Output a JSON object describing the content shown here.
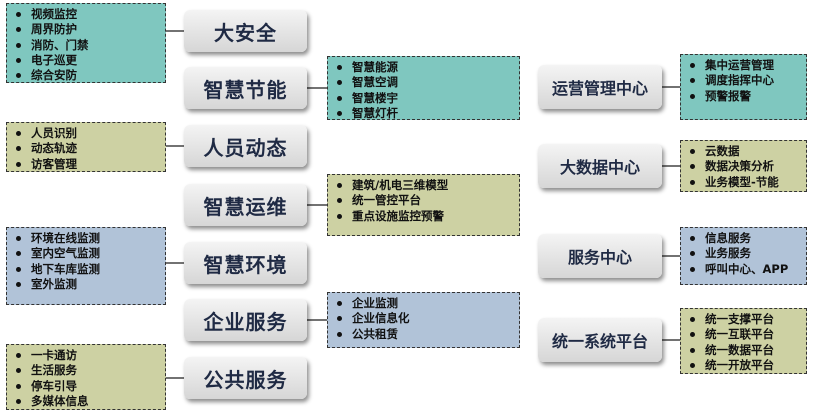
{
  "left_nodes": [
    {
      "label": "大安全",
      "items": [
        "视频监控",
        "周界防护",
        "消防、门禁",
        "电子巡更",
        "综合安防"
      ]
    },
    {
      "label": "智慧节能",
      "items": [
        "智慧能源",
        "智慧空调",
        "智慧楼宇",
        "智慧灯杆"
      ]
    },
    {
      "label": "人员动态",
      "items": [
        "人员识别",
        "动态轨迹",
        "访客管理"
      ]
    },
    {
      "label": "智慧运维",
      "items": [
        "建筑/机电三维模型",
        "统一管控平台",
        "重点设施监控预警"
      ]
    },
    {
      "label": "智慧环境",
      "items": [
        "环境在线监测",
        "室内空气监测",
        "地下车库监测",
        "室外监测"
      ]
    },
    {
      "label": "企业服务",
      "items": [
        "企业监测",
        "企业信息化",
        "公共租赁"
      ]
    },
    {
      "label": "公共服务",
      "items": [
        "一卡通访",
        "生活服务",
        "停车引导",
        "多媒体信息"
      ]
    }
  ],
  "right_nodes": [
    {
      "label": "运营管理中心",
      "items": [
        "集中运营管理",
        "调度指挥中心",
        "预警报警"
      ]
    },
    {
      "label": "大数据中心",
      "items": [
        "云数据",
        "数据决策分析",
        "业务模型-节能"
      ]
    },
    {
      "label": "服务中心",
      "items": [
        "信息服务",
        "业务服务",
        "呼叫中心、APP"
      ]
    },
    {
      "label": "统一系统平台",
      "items": [
        "统一支撑平台",
        "统一互联平台",
        "统一数据平台",
        "统一开放平台"
      ]
    }
  ],
  "colors": {
    "teal": "#7fc7bf",
    "olive": "#cdd1a3",
    "blue": "#b1c3d8"
  }
}
